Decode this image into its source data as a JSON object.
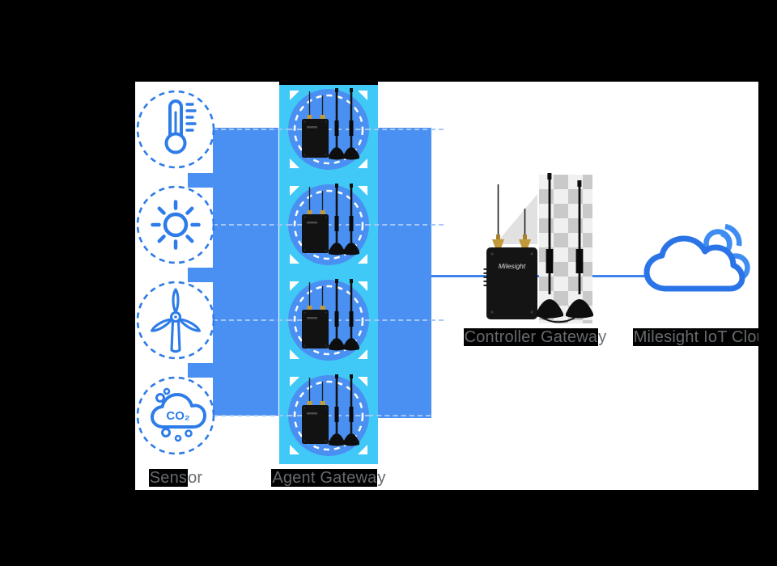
{
  "scene": {
    "outer_background": "#000000",
    "canvas_background": "#ffffff"
  },
  "palette": {
    "connector_blue": "#4a90f2",
    "band_cyan": "#40c9f6",
    "icon_stroke_blue": "#2e7ce8",
    "link_line_blue": "#3c83ee",
    "row_dash_blue": "#a4c7f8",
    "cloud_front_blue": "#2b74e8",
    "cloud_back_blue": "#3f8df2",
    "label_gray": "#666a6e"
  },
  "labels": {
    "sensor": {
      "boxed": "Sens",
      "rest": "or"
    },
    "agent_gateway": {
      "boxed": "Agent Gatewa",
      "rest": "y"
    },
    "controller_gateway": {
      "boxed": "Controller Gatewa",
      "rest": "y"
    },
    "iot_cloud": {
      "boxed": "Milesight IoT Cloud",
      "rest": ""
    }
  },
  "sensors": [
    {
      "type": "temperature",
      "icon": "thermometer-icon"
    },
    {
      "type": "light",
      "icon": "sun-icon"
    },
    {
      "type": "wind",
      "icon": "wind-turbine-icon"
    },
    {
      "type": "co2",
      "icon": "co2-cloud-icon",
      "label": "CO₂"
    }
  ],
  "agent_gateways": {
    "count": 4,
    "device": "lorawan-gateway-with-two-magnetic-antennas"
  },
  "controller": {
    "logo": "Milesight"
  },
  "cloud": {
    "icon": "milesight-iot-cloud-icon"
  }
}
